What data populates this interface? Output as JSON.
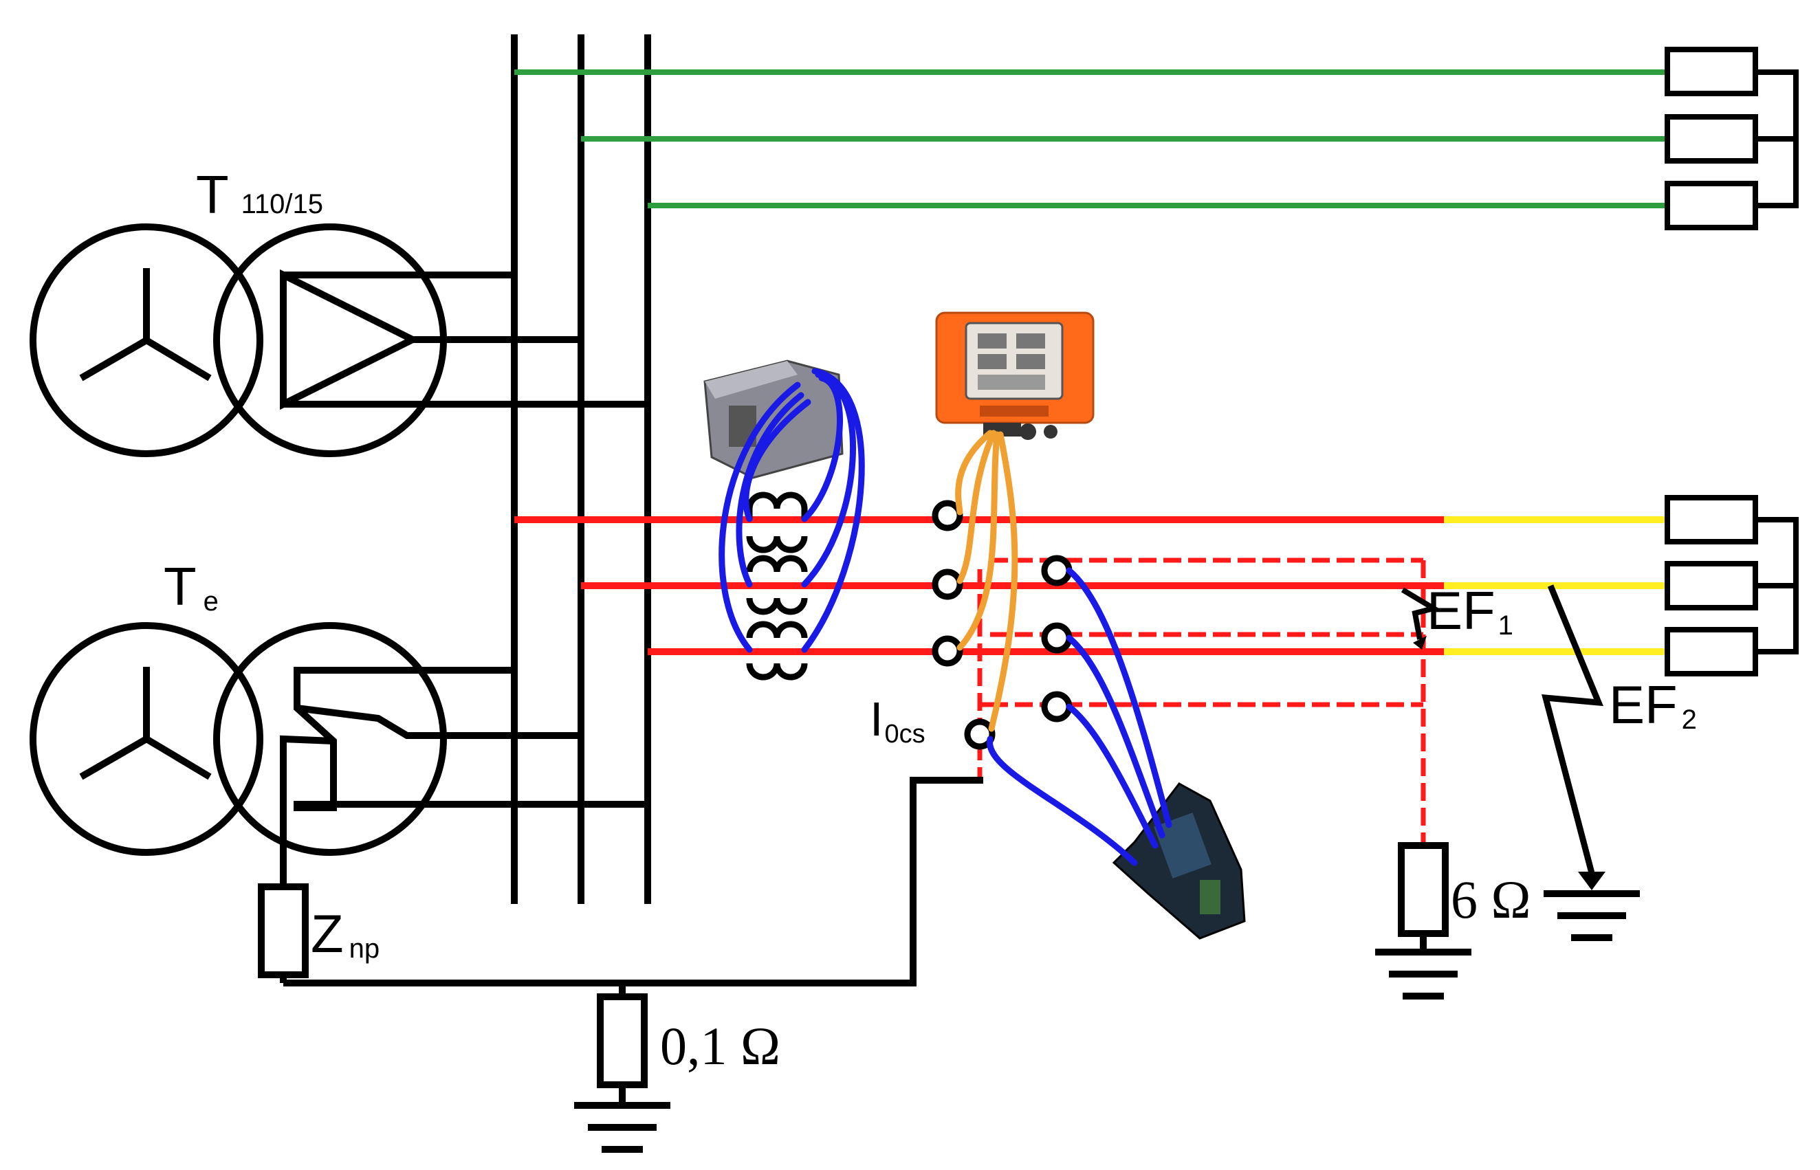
{
  "labels": {
    "main_transformer": {
      "main": "T",
      "sub": "110/15"
    },
    "earthing_transformer": {
      "main": "T",
      "sub": "e"
    },
    "neutral_impedance": {
      "main": "Z",
      "sub": "np"
    },
    "zero_sequence_current": {
      "main": "I",
      "sub": "0cs"
    },
    "fault_1": {
      "main": "EF",
      "sub": "1"
    },
    "fault_2": {
      "main": "EF",
      "sub": "2"
    },
    "station_ground_resistance": "0,1 Ω",
    "fault_resistance": "6 Ω"
  },
  "colors": {
    "busbar": "#000000",
    "healthy_feeder": "#2e9e3e",
    "faulted_feeder": "#ff1a1a",
    "feeder_end_section": "#ffee22",
    "measurement_wiring_blue": "#1a1ae6",
    "measurement_wiring_orange": "#f0a030",
    "analyzer_body": "#ff6a1a"
  },
  "icons": [
    "three-phase-transformer",
    "current-transformer",
    "power-quality-analyzer",
    "current-clamp-meter",
    "load-resistor",
    "earth-ground",
    "fault-arrow"
  ]
}
